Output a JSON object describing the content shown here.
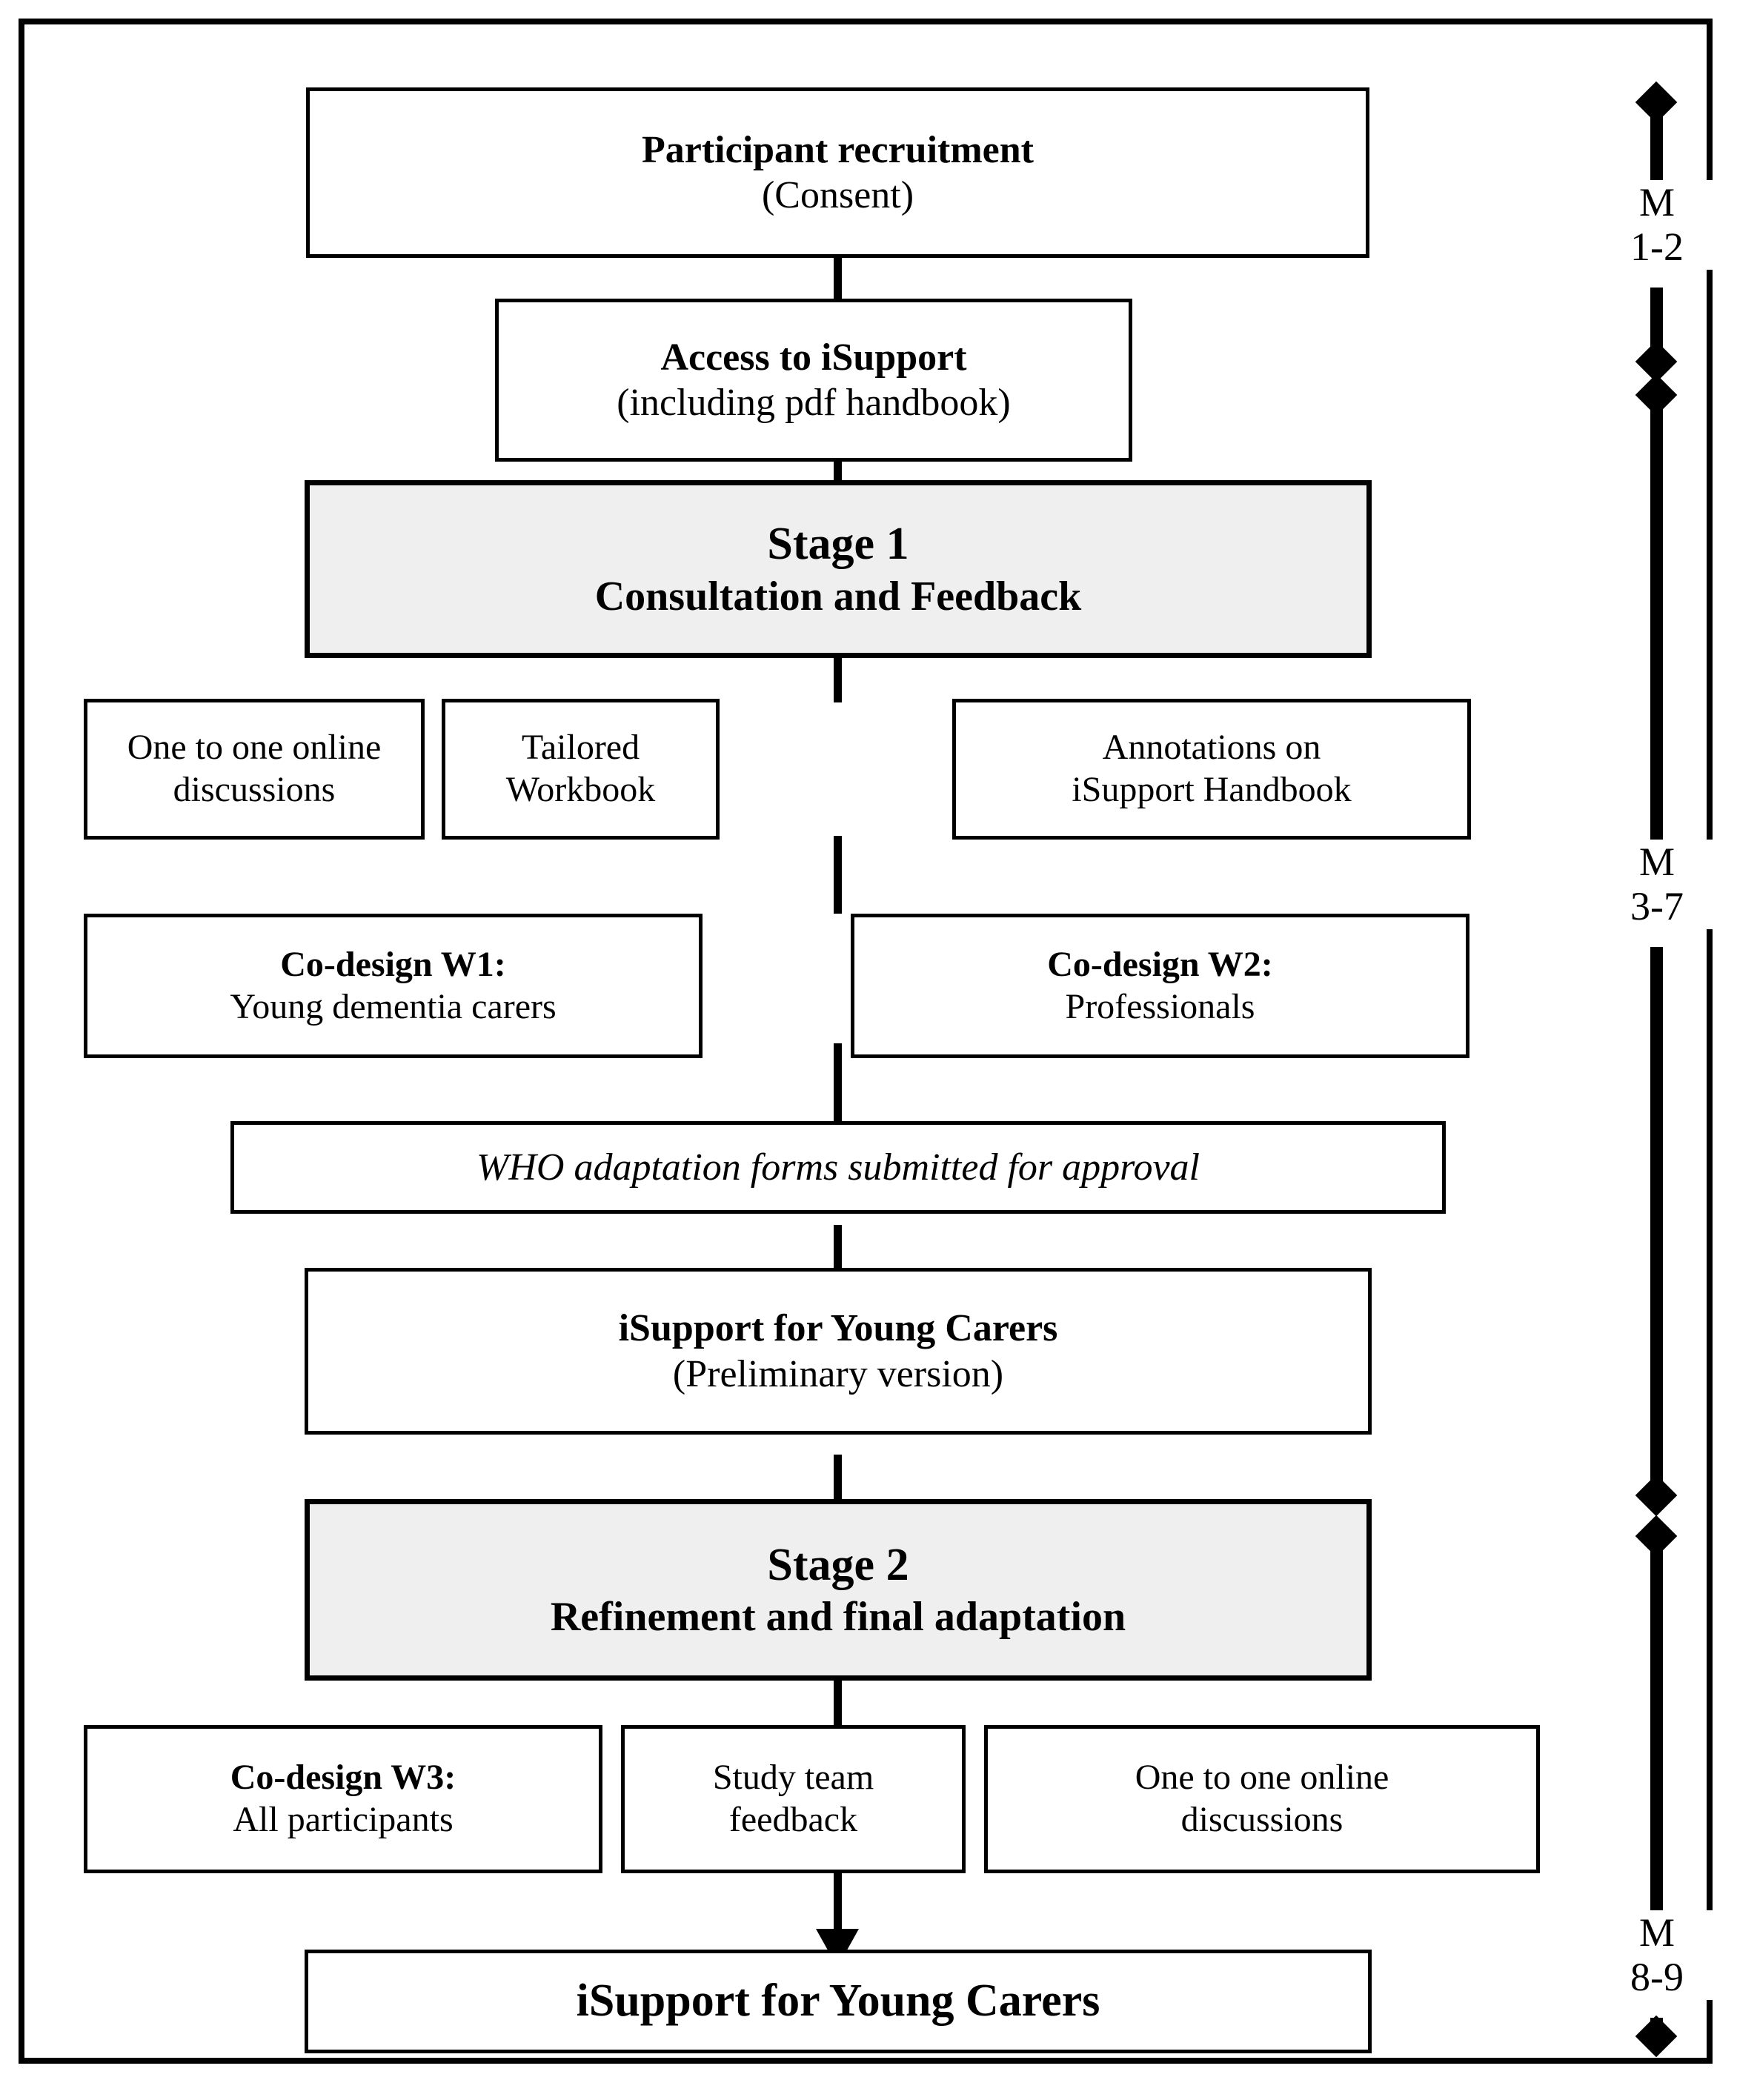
{
  "diagram": {
    "title": "iSupport for Young Carers adaptation study flowchart",
    "colors": {
      "stage_fill": "#efefef",
      "line": "#000000",
      "background": "#ffffff"
    },
    "nodes": {
      "participant_recruitment": {
        "line1": "Participant recruitment",
        "line2": "(Consent)"
      },
      "access_isupport": {
        "line1": "Access to iSupport",
        "line2": "(including pdf handbook)"
      },
      "stage1": {
        "line1": "Stage 1",
        "line2": "Consultation and Feedback"
      },
      "one_to_one_1": {
        "line1": "One to one online",
        "line2": "discussions"
      },
      "tailored_workbook": {
        "line1": "Tailored",
        "line2": "Workbook"
      },
      "annotations": {
        "line1": "Annotations on",
        "line2": "iSupport Handbook"
      },
      "codesign_w1": {
        "line1": "Co-design W1:",
        "line2": "Young dementia carers"
      },
      "codesign_w2": {
        "line1": "Co-design W2:",
        "line2": "Professionals"
      },
      "who_forms": {
        "line1": "WHO adaptation forms submitted for approval"
      },
      "preliminary": {
        "line1": "iSupport for Young Carers",
        "line2": "(Preliminary version)"
      },
      "stage2": {
        "line1": "Stage 2",
        "line2": "Refinement and final adaptation"
      },
      "codesign_w3": {
        "line1": "Co-design W3:",
        "line2": "All participants"
      },
      "study_team": {
        "line1": "Study team",
        "line2": "feedback"
      },
      "one_to_one_2": {
        "line1": "One to one online",
        "line2": "discussions"
      },
      "final_output": {
        "line1": "iSupport for Young Carers"
      }
    },
    "timeline": {
      "markers": [
        {
          "unit": "M",
          "range": "1-2"
        },
        {
          "unit": "M",
          "range": "3-7"
        },
        {
          "unit": "M",
          "range": "8-9"
        }
      ]
    }
  }
}
